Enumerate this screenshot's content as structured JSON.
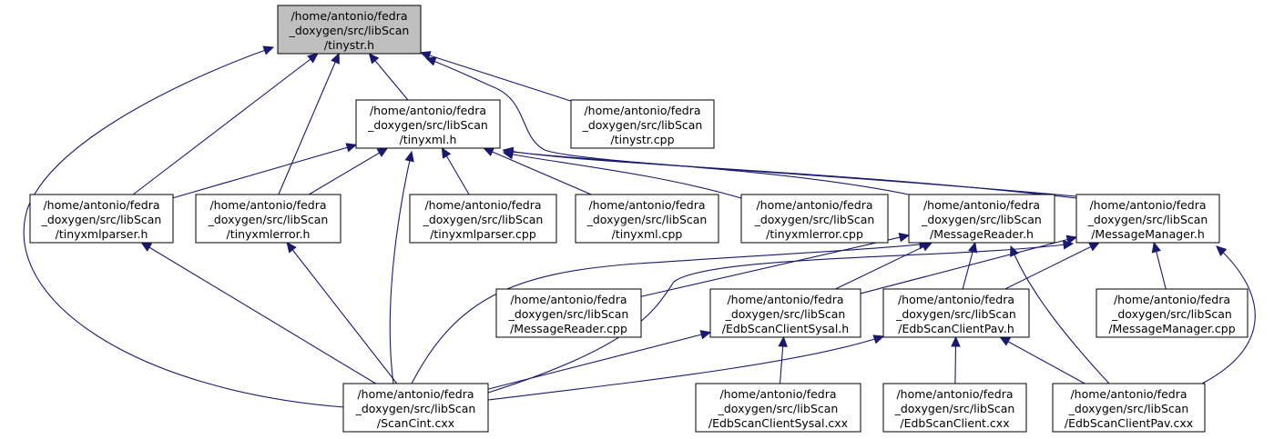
{
  "diagram": {
    "type": "include-dependency-graph",
    "colors": {
      "edge": "#191970",
      "root_fill": "#bfbfbf",
      "node_fill": "#ffffff",
      "border": "#000000"
    },
    "nodes": [
      {
        "id": "tinystr_h",
        "lines": [
          "/home/antonio/fedra",
          "_doxygen/src/libScan",
          "/tinystr.h"
        ],
        "root": true
      },
      {
        "id": "tinyxml_h",
        "lines": [
          "/home/antonio/fedra",
          "_doxygen/src/libScan",
          "/tinyxml.h"
        ]
      },
      {
        "id": "tinystr_cpp",
        "lines": [
          "/home/antonio/fedra",
          "_doxygen/src/libScan",
          "/tinystr.cpp"
        ]
      },
      {
        "id": "tinyxmlparser_h",
        "lines": [
          "/home/antonio/fedra",
          "_doxygen/src/libScan",
          "/tinyxmlparser.h"
        ]
      },
      {
        "id": "tinyxmlerror_h",
        "lines": [
          "/home/antonio/fedra",
          "_doxygen/src/libScan",
          "/tinyxmlerror.h"
        ]
      },
      {
        "id": "tinyxmlparser_cpp",
        "lines": [
          "/home/antonio/fedra",
          "_doxygen/src/libScan",
          "/tinyxmlparser.cpp"
        ]
      },
      {
        "id": "tinyxml_cpp",
        "lines": [
          "/home/antonio/fedra",
          "_doxygen/src/libScan",
          "/tinyxml.cpp"
        ]
      },
      {
        "id": "tinyxmlerror_cpp",
        "lines": [
          "/home/antonio/fedra",
          "_doxygen/src/libScan",
          "/tinyxmlerror.cpp"
        ]
      },
      {
        "id": "MessageReader_h",
        "lines": [
          "/home/antonio/fedra",
          "_doxygen/src/libScan",
          "/MessageReader.h"
        ]
      },
      {
        "id": "MessageManager_h",
        "lines": [
          "/home/antonio/fedra",
          "_doxygen/src/libScan",
          "/MessageManager.h"
        ]
      },
      {
        "id": "MessageReader_cpp",
        "lines": [
          "/home/antonio/fedra",
          "_doxygen/src/libScan",
          "/MessageReader.cpp"
        ]
      },
      {
        "id": "EdbScanClientSysal_h",
        "lines": [
          "/home/antonio/fedra",
          "_doxygen/src/libScan",
          "/EdbScanClientSysal.h"
        ]
      },
      {
        "id": "EdbScanClientPav_h",
        "lines": [
          "/home/antonio/fedra",
          "_doxygen/src/libScan",
          "/EdbScanClientPav.h"
        ]
      },
      {
        "id": "MessageManager_cpp",
        "lines": [
          "/home/antonio/fedra",
          "_doxygen/src/libScan",
          "/MessageManager.cpp"
        ]
      },
      {
        "id": "ScanCint_cxx",
        "lines": [
          "/home/antonio/fedra",
          "_doxygen/src/libScan",
          "/ScanCint.cxx"
        ]
      },
      {
        "id": "EdbScanClientSysal_cxx",
        "lines": [
          "/home/antonio/fedra",
          "_doxygen/src/libScan",
          "/EdbScanClientSysal.cxx"
        ]
      },
      {
        "id": "EdbScanClient_cxx",
        "lines": [
          "/home/antonio/fedra",
          "_doxygen/src/libScan",
          "/EdbScanClient.cxx"
        ]
      },
      {
        "id": "EdbScanClientPav_cxx",
        "lines": [
          "/home/antonio/fedra",
          "_doxygen/src/libScan",
          "/EdbScanClientPav.cxx"
        ]
      }
    ],
    "edges": [
      [
        "tinyxml_h",
        "tinystr_h"
      ],
      [
        "tinystr_cpp",
        "tinystr_h"
      ],
      [
        "tinyxmlparser_h",
        "tinystr_h"
      ],
      [
        "tinyxmlerror_h",
        "tinystr_h"
      ],
      [
        "ScanCint_cxx",
        "tinystr_h"
      ],
      [
        "MessageManager_h",
        "tinystr_h"
      ],
      [
        "tinyxmlparser_h",
        "tinyxml_h"
      ],
      [
        "tinyxmlerror_h",
        "tinyxml_h"
      ],
      [
        "tinyxmlparser_cpp",
        "tinyxml_h"
      ],
      [
        "tinyxml_cpp",
        "tinyxml_h"
      ],
      [
        "tinyxmlerror_cpp",
        "tinyxml_h"
      ],
      [
        "MessageReader_h",
        "tinyxml_h"
      ],
      [
        "MessageManager_h",
        "tinyxml_h"
      ],
      [
        "ScanCint_cxx",
        "tinyxml_h"
      ],
      [
        "ScanCint_cxx",
        "tinyxmlparser_h"
      ],
      [
        "ScanCint_cxx",
        "tinyxmlerror_h"
      ],
      [
        "MessageReader_cpp",
        "MessageReader_h"
      ],
      [
        "EdbScanClientSysal_h",
        "MessageReader_h"
      ],
      [
        "EdbScanClientPav_h",
        "MessageReader_h"
      ],
      [
        "ScanCint_cxx",
        "MessageReader_h"
      ],
      [
        "EdbScanClientPav_cxx",
        "MessageReader_h"
      ],
      [
        "MessageManager_cpp",
        "MessageManager_h"
      ],
      [
        "EdbScanClientSysal_h",
        "MessageManager_h"
      ],
      [
        "EdbScanClientPav_h",
        "MessageManager_h"
      ],
      [
        "ScanCint_cxx",
        "MessageManager_h"
      ],
      [
        "EdbScanClientPav_cxx",
        "MessageManager_h"
      ],
      [
        "ScanCint_cxx",
        "EdbScanClientSysal_h"
      ],
      [
        "EdbScanClientSysal_cxx",
        "EdbScanClientSysal_h"
      ],
      [
        "ScanCint_cxx",
        "EdbScanClientPav_h"
      ],
      [
        "EdbScanClient_cxx",
        "EdbScanClientPav_h"
      ],
      [
        "EdbScanClientPav_cxx",
        "EdbScanClientPav_h"
      ]
    ]
  }
}
